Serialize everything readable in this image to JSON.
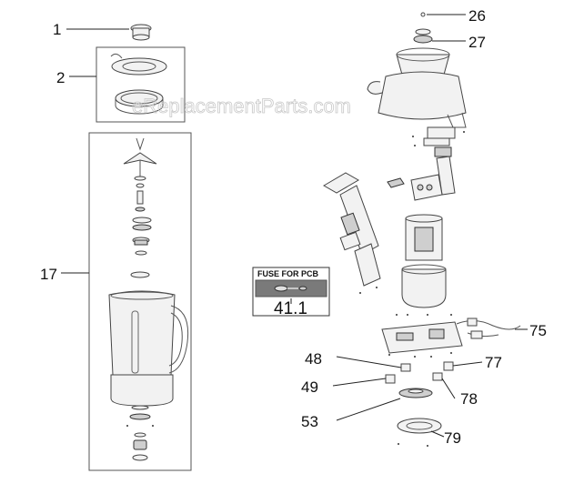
{
  "watermark": "eReplacementParts.com",
  "fuse_box": {
    "title": "FUSE FOR PCB",
    "part": "41.1"
  },
  "labels": {
    "p1": "1",
    "p2": "2",
    "p17": "17",
    "p26": "26",
    "p27": "27",
    "p48": "48",
    "p49": "49",
    "p53": "53",
    "p75": "75",
    "p77": "77",
    "p78": "78",
    "p79": "79"
  }
}
